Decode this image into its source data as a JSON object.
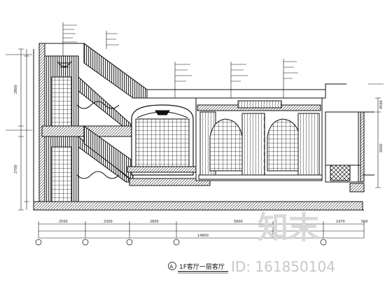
{
  "drawing": {
    "title_tag": "A",
    "title": "1F客厅一层客厅",
    "height_dims_left": [
      "2800",
      "2700"
    ],
    "height_dims_right": [
      "4500",
      "2600"
    ],
    "plan_dims": [
      "2500",
      "2300",
      "2800",
      "5800",
      "1970",
      "500"
    ],
    "total_dim": "14800"
  },
  "watermark": {
    "logo_text": "知末",
    "id_text": "ID: 161850104"
  }
}
